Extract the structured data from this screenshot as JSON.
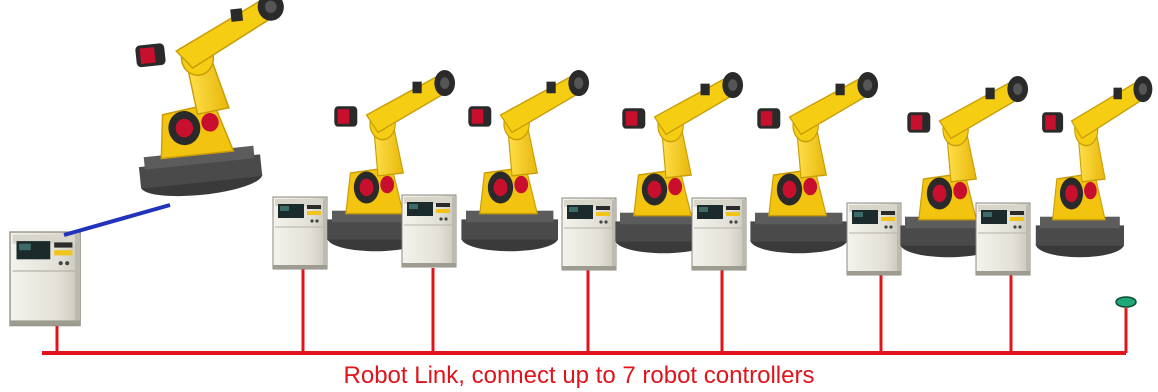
{
  "caption": "Robot Link, connect up to 7 robot controllers",
  "colors": {
    "link_line": "#e0141a",
    "master_link": "#2233bb",
    "robot_yellow": "#f5cd12",
    "robot_shadow": "#c99d08",
    "robot_dark": "#2a2a2a",
    "robot_red": "#c8102e",
    "controller_body": "#eceadf",
    "controller_edge": "#8d8a80",
    "panel_dark": "#1b2b2b",
    "terminator": "#1fa878"
  },
  "components": {
    "master": {
      "name": "master-controller",
      "icon": "robot-controller-icon"
    },
    "robot_cells": 7,
    "terminator_icon": "link-terminator-icon"
  }
}
